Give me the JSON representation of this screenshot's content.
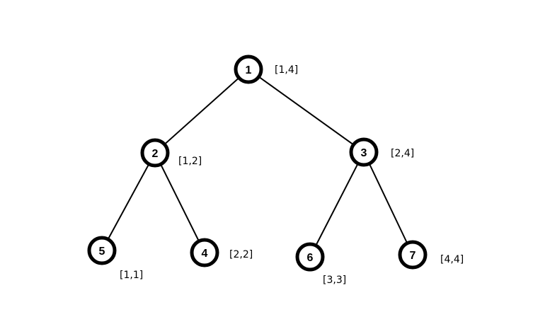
{
  "diagram": {
    "nodes": [
      {
        "id": "1",
        "range": "[1,4]"
      },
      {
        "id": "2",
        "range": "[1,2]"
      },
      {
        "id": "3",
        "range": "[2,4]"
      },
      {
        "id": "5",
        "range": "[1,1]"
      },
      {
        "id": "4",
        "range": "[2,2]"
      },
      {
        "id": "6",
        "range": "[3,3]"
      },
      {
        "id": "7",
        "range": "[4,4]"
      }
    ],
    "edges": [
      {
        "from": "1",
        "to": "2"
      },
      {
        "from": "1",
        "to": "3"
      },
      {
        "from": "2",
        "to": "5"
      },
      {
        "from": "2",
        "to": "4"
      },
      {
        "from": "3",
        "to": "6"
      },
      {
        "from": "3",
        "to": "7"
      }
    ]
  }
}
